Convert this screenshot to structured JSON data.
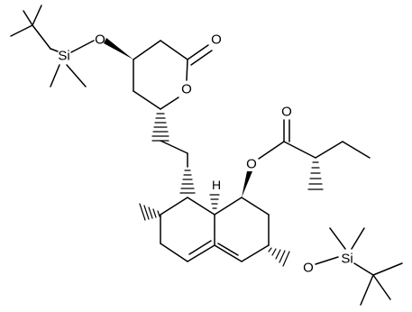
{
  "molecule": {
    "atoms": {
      "o_tbs_lactone": "O",
      "si_tbs_lactone": "Si",
      "o_lactone_carbonyl": "O",
      "o_lactone_ring": "O",
      "o_ester": "O",
      "o_ester_carbonyl": "O",
      "h_ring_fusion": "H",
      "o_tbs_ring": "O",
      "si_tbs_ring": "Si"
    }
  }
}
